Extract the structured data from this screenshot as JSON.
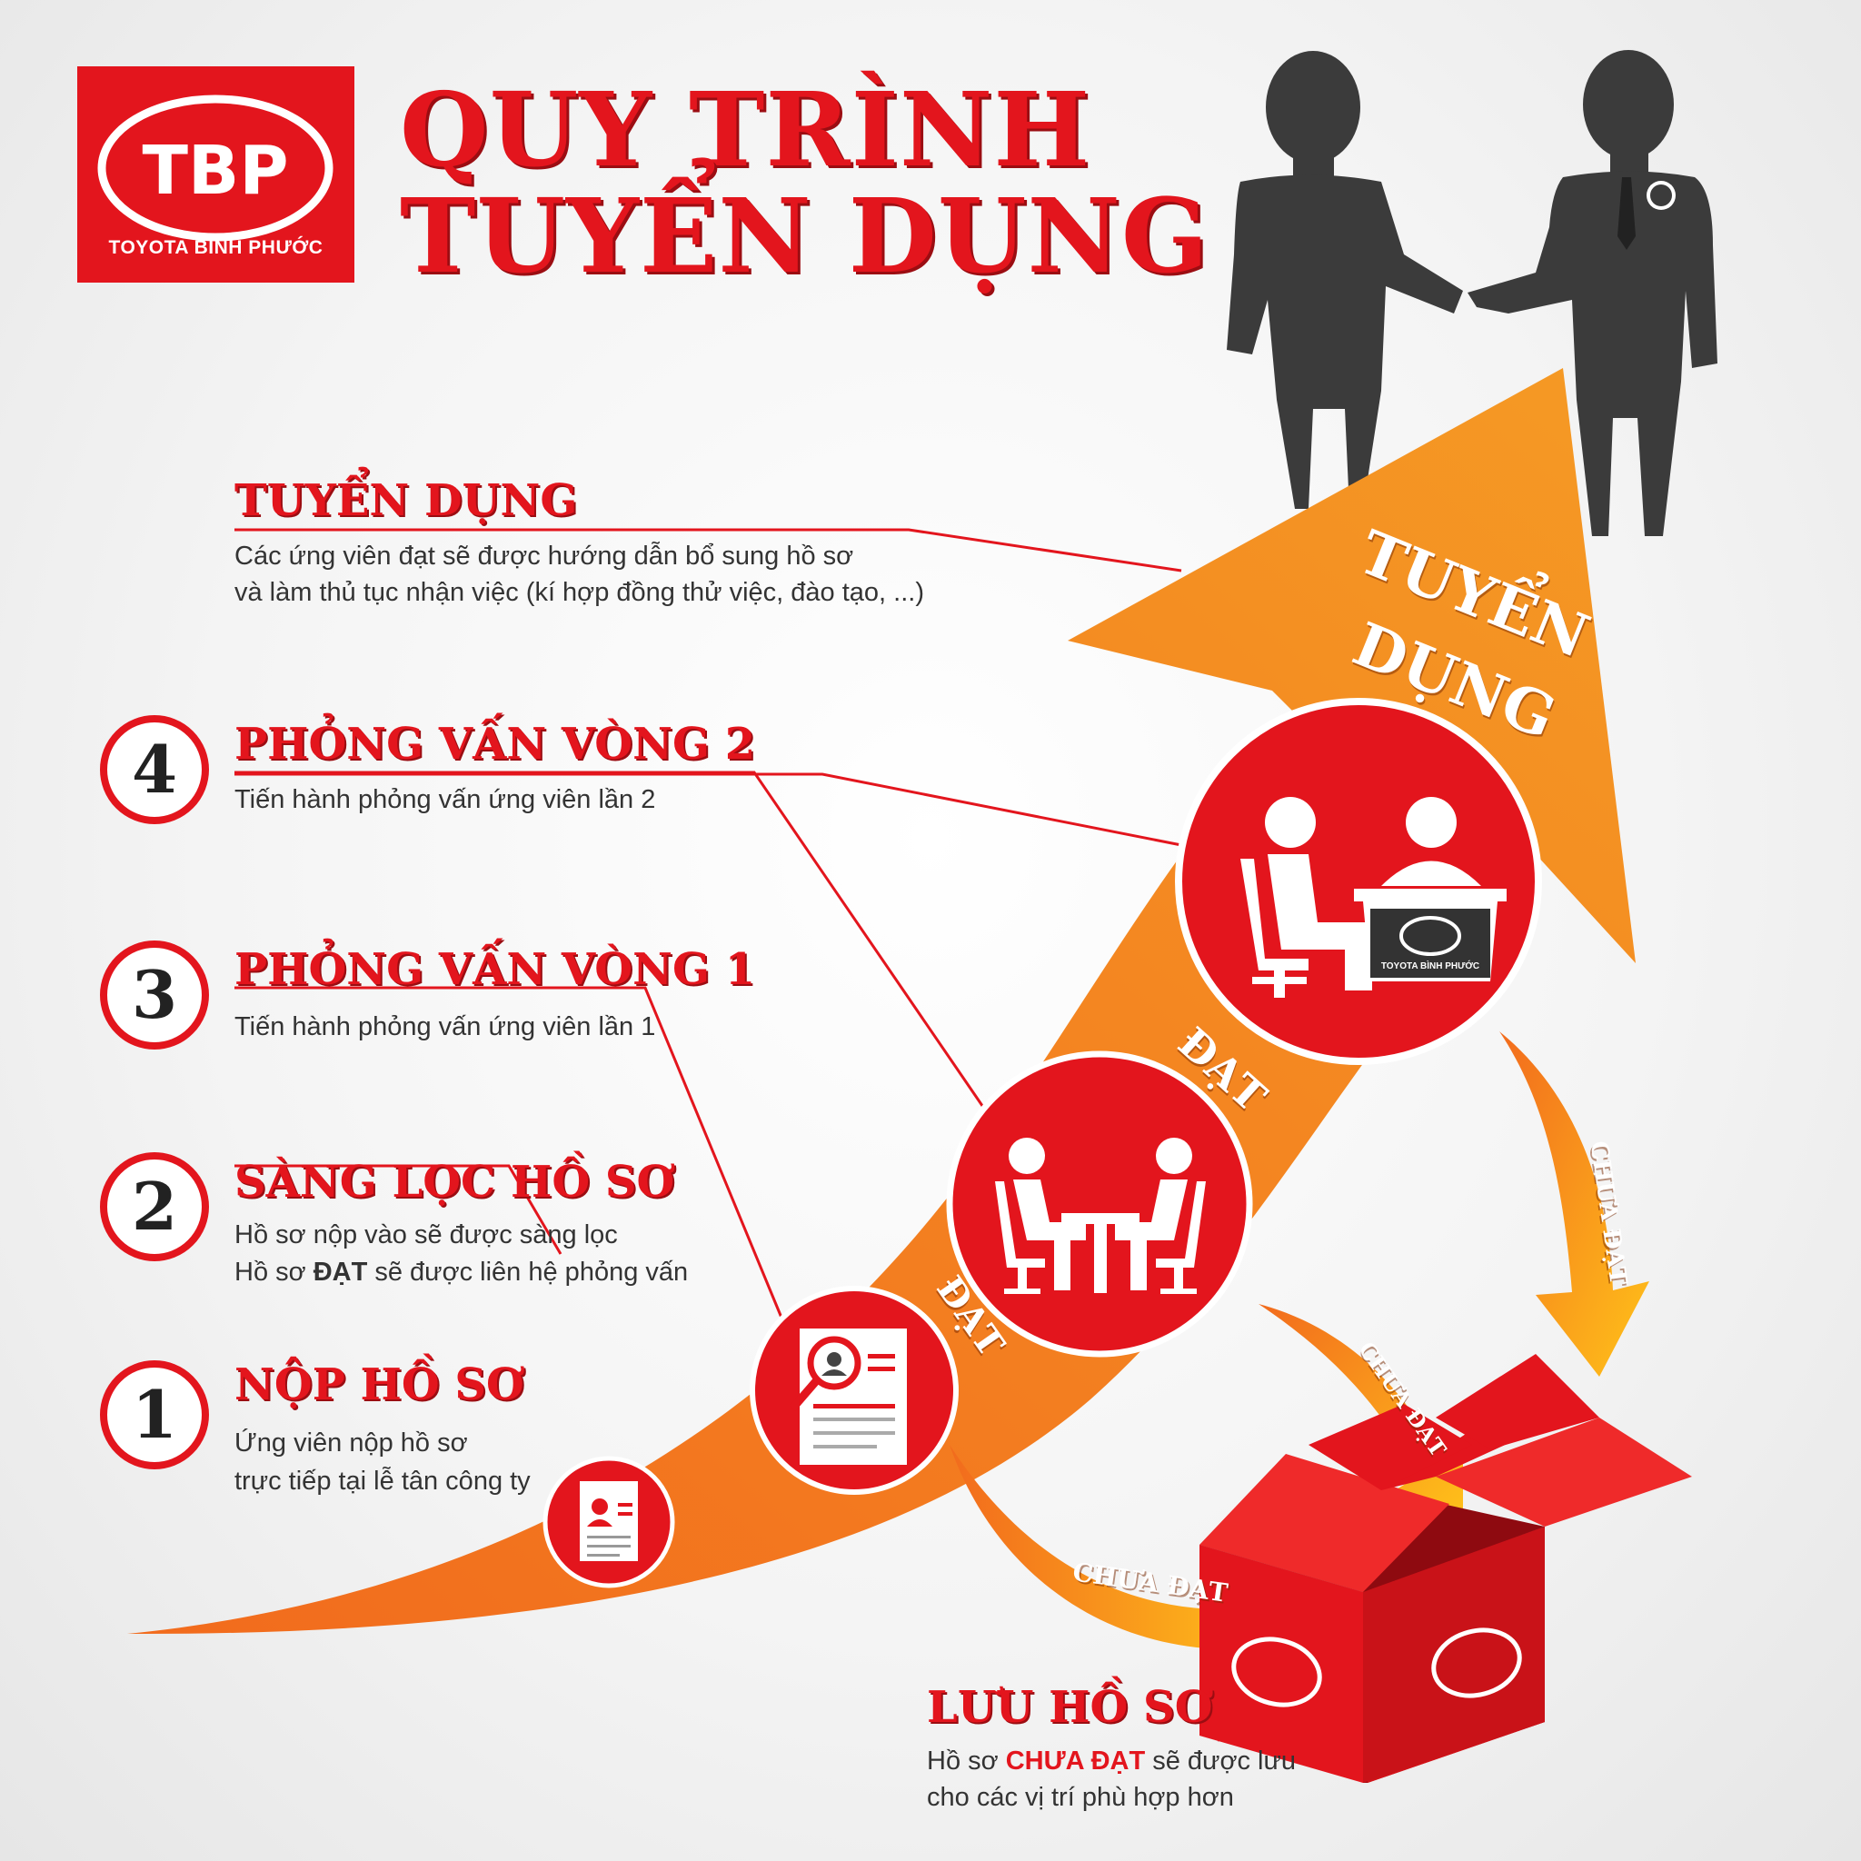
{
  "brand": {
    "logo_letters": "TBP",
    "name": "TOYOTA BÌNH PHƯỚC"
  },
  "title": {
    "line1": "QUY TRÌNH",
    "line2": "TUYỂN DỤNG"
  },
  "steps": [
    {
      "number": "1",
      "heading": "NỘP HỒ SƠ",
      "lines": [
        "Ứng viên nộp hồ sơ",
        "trực tiếp tại lễ tân công ty"
      ]
    },
    {
      "number": "2",
      "heading": "SÀNG LỌC HỒ SƠ",
      "lines": [
        "Hồ sơ nộp vào sẽ được sàng lọc"
      ],
      "line2_prefix": "Hồ sơ ",
      "line2_bold": "ĐẠT",
      "line2_suffix": " sẽ được liên hệ phỏng vấn"
    },
    {
      "number": "3",
      "heading": "PHỎNG VẤN VÒNG 1",
      "lines": [
        "Tiến hành phỏng vấn ứng viên lần 1"
      ]
    },
    {
      "number": "4",
      "heading": "PHỎNG VẤN VÒNG 2",
      "lines": [
        "Tiến hành phỏng vấn ứng viên lần 2"
      ]
    }
  ],
  "recruit": {
    "heading": "TUYỂN DỤNG",
    "lines": [
      "Các ứng viên đạt sẽ được hướng dẫn bổ sung hồ sơ",
      "và làm thủ tục nhận việc (kí hợp đồng thử việc, đào tạo, ...)"
    ]
  },
  "arrow": {
    "tip_line1": "TUYỂN",
    "tip_line2": "DỤNG",
    "pass_label_1": "ĐẠT",
    "pass_label_2": "ĐẠT"
  },
  "fail_label": "CHƯA ĐẠT",
  "archive": {
    "heading": "LƯU HỒ SƠ",
    "line1_prefix": "Hồ sơ ",
    "line1_bold": "CHƯA ĐẠT",
    "line1_suffix": " sẽ được lưu",
    "line2": "cho các vị trí phù hợp hơn"
  },
  "desk_brand": "TOYOTA BÌNH PHƯỚC",
  "colors": {
    "brand_red": "#e3151d",
    "arrow_orange": "#f07c1e",
    "fail_yellow": "#f8b31a",
    "silhouette": "#3b3b3b"
  },
  "icons": [
    "resume-icon",
    "resume-search-icon",
    "interview-table-icon",
    "interview-desk-icon",
    "handshake-icon",
    "archive-box-icon"
  ]
}
